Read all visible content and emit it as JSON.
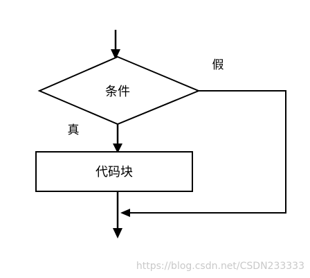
{
  "diagram": {
    "decision_label": "条件",
    "process_label": "代码块",
    "true_label": "真",
    "false_label": "假"
  },
  "watermark": "https://blog.csdn.net/CSDN233333",
  "colors": {
    "stroke": "#000000",
    "background": "#ffffff",
    "watermark": "#c9c9c9"
  }
}
